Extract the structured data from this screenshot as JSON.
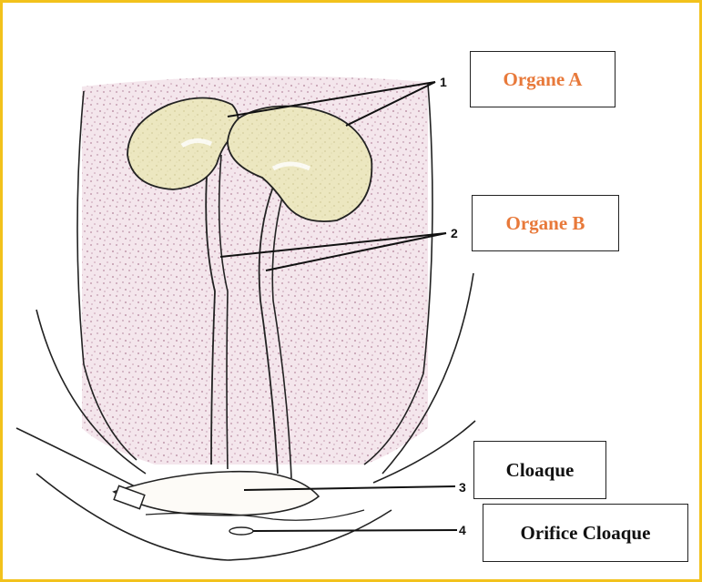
{
  "labels": {
    "organ_a": "Organe A",
    "organ_b": "Organe B",
    "cloaque": "Cloaque",
    "orifice": "Orifice Cloaque"
  },
  "numbers": {
    "n1": "1",
    "n2": "2",
    "n3": "3",
    "n4": "4"
  },
  "colors": {
    "frame": "#f2c21c",
    "label_accent": "#e8793a",
    "tissue": "#b98ba0",
    "organ_fill": "#eeeac4"
  }
}
